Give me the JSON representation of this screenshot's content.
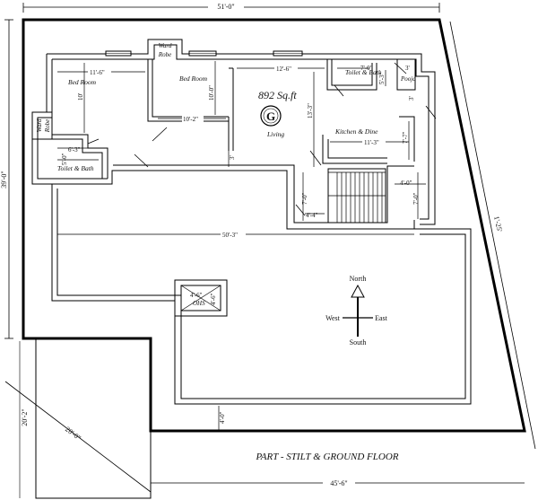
{
  "title": "PART - STILT & GROUND  FLOOR",
  "area": "892 Sq.ft",
  "logo_letter": "G",
  "rooms": {
    "bed_room_1": "Bed Room",
    "bed_room_2": "Bed Room",
    "ward_robe_top": [
      "Ward",
      "Robe"
    ],
    "ward_robe_left": [
      "Ward",
      "Robe"
    ],
    "living": "Living",
    "toilet_bath_left": "Toilet  & Bath",
    "toilet_bath_right": "Toilet  & Bath",
    "pooja": "Pooja",
    "kitchen_dine": "Kitchen & Dine",
    "ohs": "OHS"
  },
  "dimensions": {
    "top_width": "51'-0\"",
    "left_height": "39'-0\"",
    "right_diagonal": "1'-25'",
    "bottom_width": "45'-6\"",
    "bottom_left_diag": "20'-0\"",
    "bottom_left_side": "20'-2\"",
    "bed1_width": "11'-6\"",
    "bed1_height": "10'",
    "bed2_height": "10'-0\"",
    "bed2_width": "10'-2\"",
    "living_width": "12'-6\"",
    "living_height": "13'-3\"",
    "toilet_right_width": "7'-0\"",
    "toilet_right_height": "5'-3\"",
    "pooja_width": "3'",
    "pooja_height": "3'",
    "kitchen_width": "11'-3\"",
    "kitchen_height": "7'-7\"",
    "toilet_left_width": "6'-3\"",
    "toilet_left_height": "5'-0\"",
    "living_gap": "3'",
    "stair_landing_w": "4'-4\"",
    "stair_left_h": "7'-0\"",
    "stair_right_w": "4'-0\"",
    "stair_right_h": "7'-0\"",
    "main_width": "50'-3\"",
    "ohs_w": "4'-6\"",
    "ohs_h": "4'-6\"",
    "front_gap": "4'-0\""
  },
  "compass": {
    "north": "North",
    "south": "South",
    "east": "East",
    "west": "West"
  }
}
